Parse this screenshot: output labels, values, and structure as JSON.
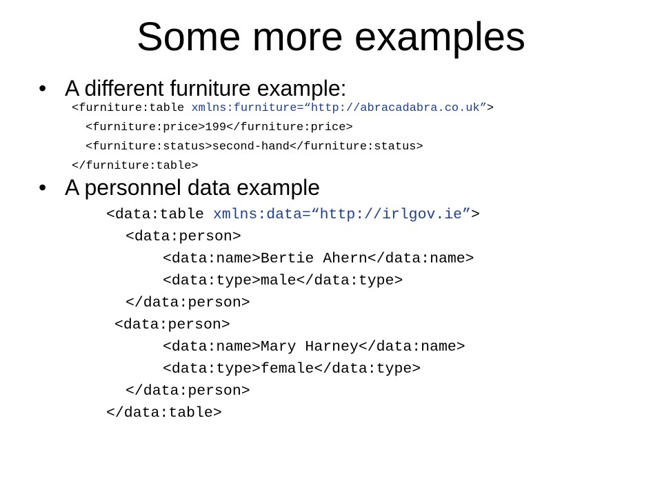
{
  "slide": {
    "title": "Some more examples",
    "bullets": [
      {
        "text": "A different furniture example:",
        "code": [
          {
            "tag_open": "<furniture:table ",
            "attr": "xmlns:furniture=“http://abracadabra.co.uk”",
            "tag_close": ">"
          },
          {
            "text": "<furniture:price>199</furniture:price>"
          },
          {
            "text": "<furniture:status>second-hand</furniture:status>"
          },
          {
            "text": "</furniture:table>"
          }
        ]
      },
      {
        "text": "A personnel data example",
        "code": [
          {
            "tag_open": "<data:table ",
            "attr": "xmlns:data=“http://irlgov.ie”",
            "tag_close": ">"
          },
          {
            "text": "<data:person>"
          },
          {
            "text": "<data:name>Bertie Ahern</data:name>"
          },
          {
            "text": "<data:type>male</data:type>"
          },
          {
            "text": "</data:person>"
          },
          {
            "text": "<data:person>"
          },
          {
            "text": "<data:name>Mary Harney</data:name>"
          },
          {
            "text": "<data:type>female</data:type>"
          },
          {
            "text": "</data:person>"
          },
          {
            "text": "</data:table>"
          }
        ]
      }
    ],
    "bullet_glyph": "•",
    "colors": {
      "text": "#000000",
      "attribute": "#1f3f8f",
      "background": "#ffffff"
    }
  }
}
